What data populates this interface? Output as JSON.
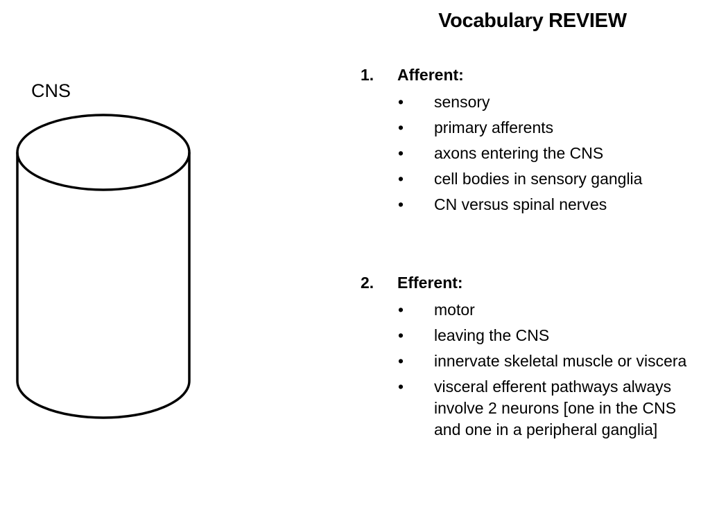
{
  "slide": {
    "title": "Vocabulary REVIEW",
    "diagram_label": "CNS",
    "sections": [
      {
        "number": "1.",
        "heading": "Afferent:",
        "bullet_symbol": "•",
        "items": [
          "sensory",
          "primary afferents",
          "axons entering the CNS",
          "cell bodies in sensory ganglia",
          "CN versus spinal nerves"
        ]
      },
      {
        "number": "2.",
        "heading": "Efferent:",
        "bullet_symbol": "•",
        "items": [
          "motor",
          "leaving the CNS",
          "innervate skeletal muscle or viscera",
          "visceral efferent pathways always involve 2 neurons [one in the CNS and one in a peripheral ganglia]"
        ]
      }
    ],
    "colors": {
      "background": "#ffffff",
      "text": "#000000",
      "stroke": "#000000"
    }
  }
}
